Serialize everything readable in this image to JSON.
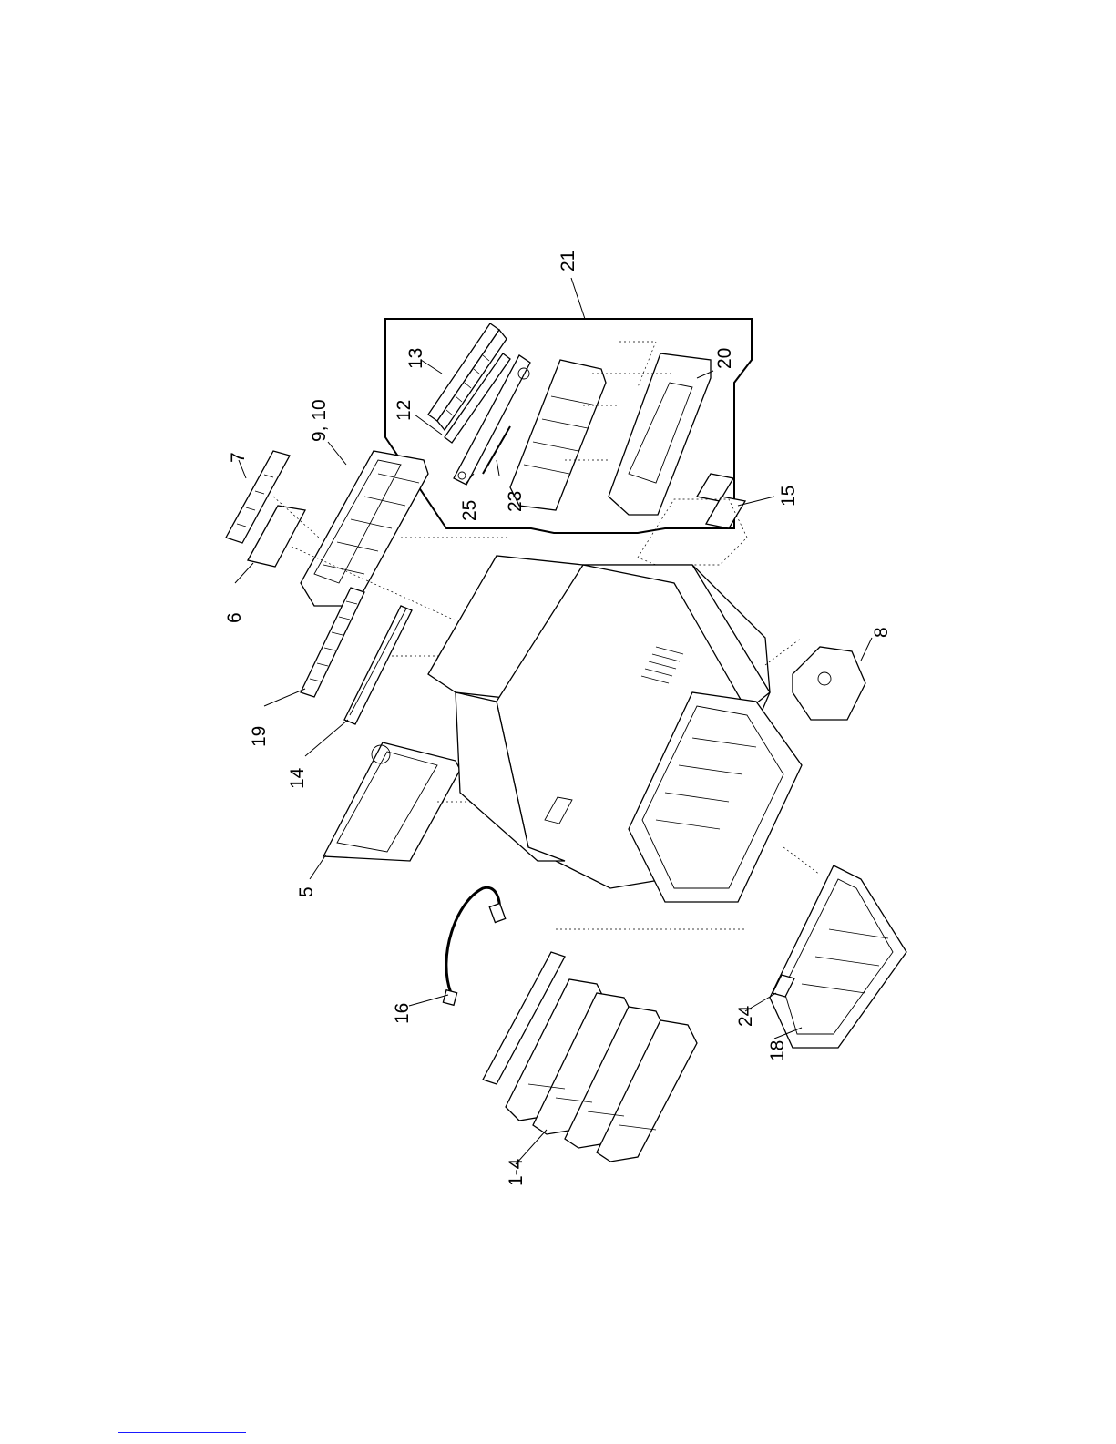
{
  "callouts": {
    "c21": "21",
    "c20": "20",
    "c13": "13",
    "c12": "12",
    "c25": "25",
    "c23": "23",
    "c9_10": "9, 10",
    "c7": "7",
    "c6": "6",
    "c15": "15",
    "c8": "8",
    "c19": "19",
    "c14": "14",
    "c5": "5",
    "c16": "16",
    "c24": "24",
    "c18": "18",
    "c1_4": "1-4"
  },
  "colors": {
    "line": "#000000",
    "background": "#ffffff",
    "footer_link": "#1a1aff"
  }
}
